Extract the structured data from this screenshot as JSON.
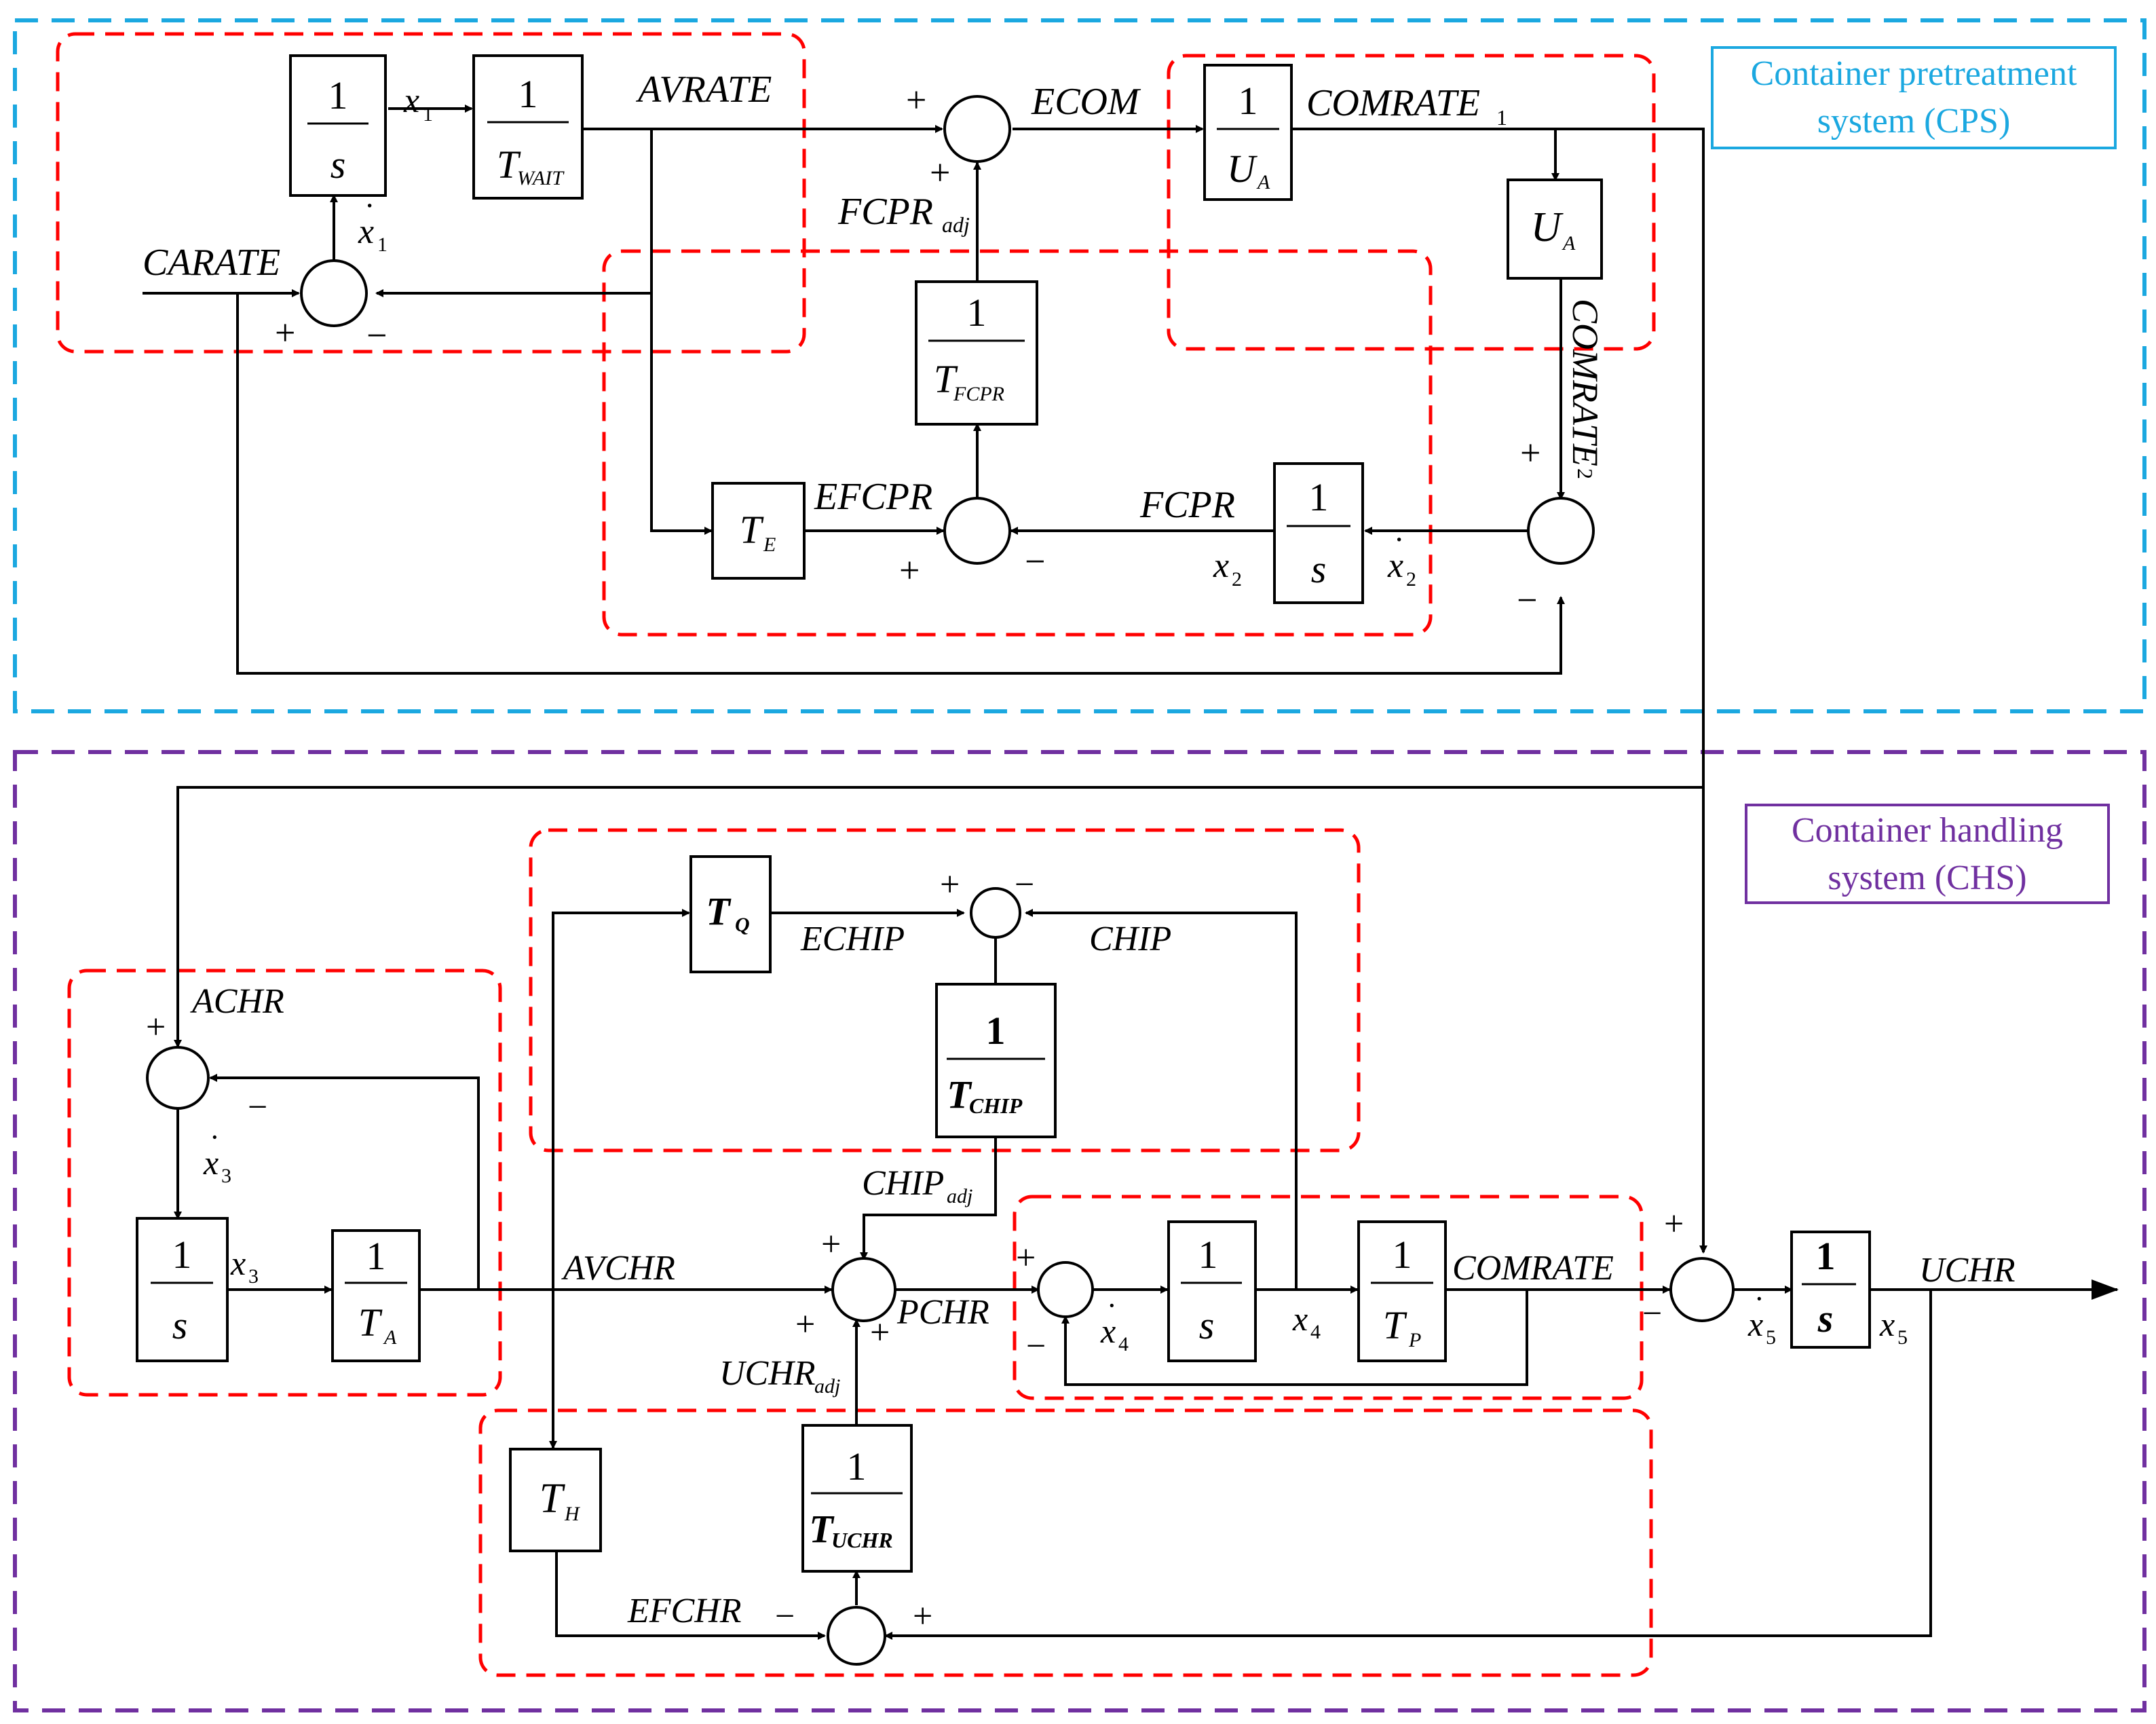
{
  "colors": {
    "cps_border": "#1ba8e0",
    "chs_border": "#7030a0",
    "subsystem_border": "#ff0000",
    "line": "#000000"
  },
  "systems": {
    "cps_line1": "Container pretreatment",
    "cps_line2": "system (CPS)",
    "chs_line1": "Container handling",
    "chs_line2": "system (CHS)"
  },
  "blocks": {
    "one": "1",
    "s": "s",
    "twait": "T",
    "twait_sub": "WAIT",
    "ua": "U",
    "ua_sub": "A",
    "tfcpr": "T",
    "tfcpr_sub": "FCPR",
    "te": "T",
    "te_sub": "E",
    "tq": "T",
    "tq_sub": "Q",
    "tchip": "T",
    "tchip_sub": "CHIP",
    "ta": "T",
    "ta_sub": "A",
    "tp": "T",
    "tp_sub": "P",
    "th": "T",
    "th_sub": "H",
    "tuchr": "T",
    "tuchr_sub": "UCHR"
  },
  "signals": {
    "avrate": "AVRATE",
    "ecom": "ECOM",
    "comrate1": "COMRATE",
    "comrate1_sub": "1",
    "comrate2": "COMRATE",
    "comrate2_sub": "2",
    "carate": "CARATE",
    "fcpr_adj": "FCPR",
    "fcpr_adj_sub": "adj",
    "efcpr": "EFCPR",
    "fcpr": "FCPR",
    "x": "x",
    "x1_sub": "1",
    "x2_sub": "2",
    "x3_sub": "3",
    "x4_sub": "4",
    "x5_sub": "5",
    "achr": "ACHR",
    "echip": "ECHIP",
    "chip": "CHIP",
    "chip_adj": "CHIP",
    "chip_adj_sub": "adj",
    "avchr": "AVCHR",
    "pchr": "PCHR",
    "uchr_adj": "UCHR",
    "uchr_adj_sub": "adj",
    "comrate": "COMRATE",
    "uchr": "UCHR",
    "efchr": "EFCHR"
  },
  "signs": {
    "plus": "+",
    "minus": "−"
  }
}
